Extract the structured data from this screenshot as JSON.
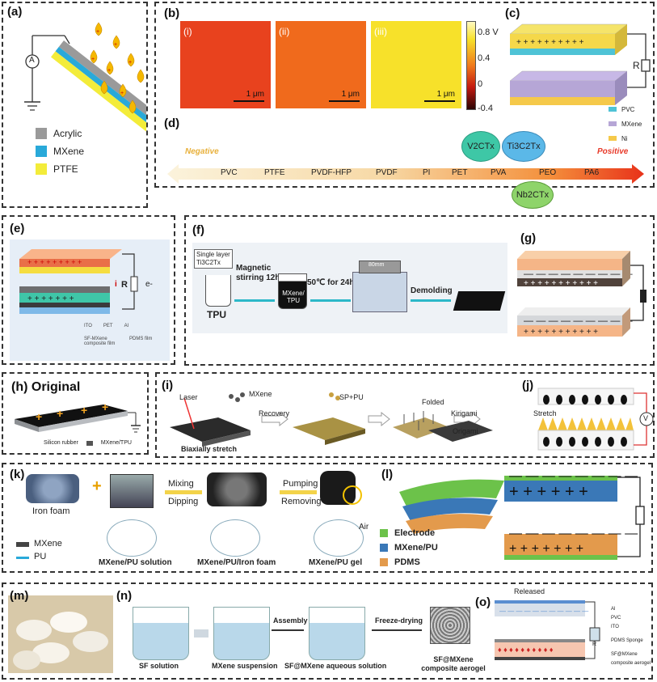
{
  "panels": {
    "a": {
      "label": "(a)",
      "meter": "A",
      "legend": [
        {
          "name": "Acrylic",
          "color": "#9a9a9a"
        },
        {
          "name": "MXene",
          "color": "#29a9d9"
        },
        {
          "name": "PTFE",
          "color": "#f3ec3a"
        }
      ]
    },
    "b": {
      "label": "(b)",
      "sub": [
        "(i)",
        "(ii)",
        "(iii)"
      ],
      "scale": "1 μm",
      "colorbar_ticks": [
        "0.8 V",
        "0.4",
        "0",
        "-0.4"
      ],
      "colors": [
        "#e8421e",
        "#f06a1c",
        "#f7e12a"
      ]
    },
    "c": {
      "label": "(c)",
      "resistor": "R",
      "legend": [
        "PVC",
        "MXene",
        "Ni"
      ],
      "legend_colors": [
        "#4fc3d6",
        "#b6a6d6",
        "#f5c94a"
      ]
    },
    "d": {
      "label": "(d)",
      "negative": "Negative",
      "positive": "Positive",
      "series": [
        "PVC",
        "PTFE",
        "PVDF-HFP",
        "PVDF",
        "PI",
        "PET",
        "PVA",
        "PEO",
        "PA6"
      ],
      "bubbles": [
        "V2CTx",
        "Ti3C2Tx",
        "Nb2CTx"
      ]
    },
    "e": {
      "label": "(e)",
      "resistor": "R",
      "current": "i",
      "electron": "e-",
      "legend": [
        "ITO",
        "PET",
        "Al",
        "SF-MXene composite film",
        "PDMS film"
      ]
    },
    "f": {
      "label": "(f)",
      "single_layer": "Single layer",
      "formula": "Ti3C2Tx",
      "tpu": "TPU",
      "step1": "Magnetic stirring 12h",
      "mxene_tpu": "MXene/ TPU",
      "step2": "50℃ for 24h",
      "size": "80mm",
      "step3": "Demolding"
    },
    "g": {
      "label": "(g)"
    },
    "h": {
      "label": "(h) Original",
      "legend": [
        "Silicon rubber",
        "MXene/TPU"
      ]
    },
    "i": {
      "label": "(i)",
      "laser": "Laser",
      "mxene": "MXene",
      "biaxial": "Biaxially stretch",
      "recovery": "Recovery",
      "sp_pu": "SP+PU",
      "folded": "Folded",
      "kirigami": "Kirigami",
      "origami": "Origami",
      "stretch": "Stretch"
    },
    "j": {
      "label": "(j)",
      "meter": "V"
    },
    "k": {
      "label": "(k)",
      "iron_foam": "Iron foam",
      "mixing": "Mixing",
      "dipping": "Dipping",
      "pumping": "Pumping",
      "removing": "Removing",
      "mxene": "MXene",
      "pu": "PU",
      "air": "Air",
      "cap1": "MXene/PU solution",
      "cap2": "MXene/PU/Iron foam",
      "cap3": "MXene/PU gel"
    },
    "l": {
      "label": "(l)",
      "legend": [
        {
          "name": "Electrode",
          "color": "#6cc24a"
        },
        {
          "name": "MXene/PU",
          "color": "#3a78b7"
        },
        {
          "name": "PDMS",
          "color": "#e39a4c"
        }
      ]
    },
    "m": {
      "label": "(m)"
    },
    "n": {
      "label": "(n)",
      "sf": "SF solution",
      "mx": "MXene suspension",
      "assembly": "Assembly",
      "aqueous": "SF@MXene aqueous solution",
      "freeze": "Freeze-drying",
      "aerogel": "SF@MXene composite aerogel"
    },
    "o": {
      "label": "(o)",
      "released": "Released",
      "resistor": "R",
      "legend": [
        "Al",
        "PVC",
        "ITO",
        "PDMS Sponge",
        "SF@MXene composite aerogel"
      ]
    }
  }
}
